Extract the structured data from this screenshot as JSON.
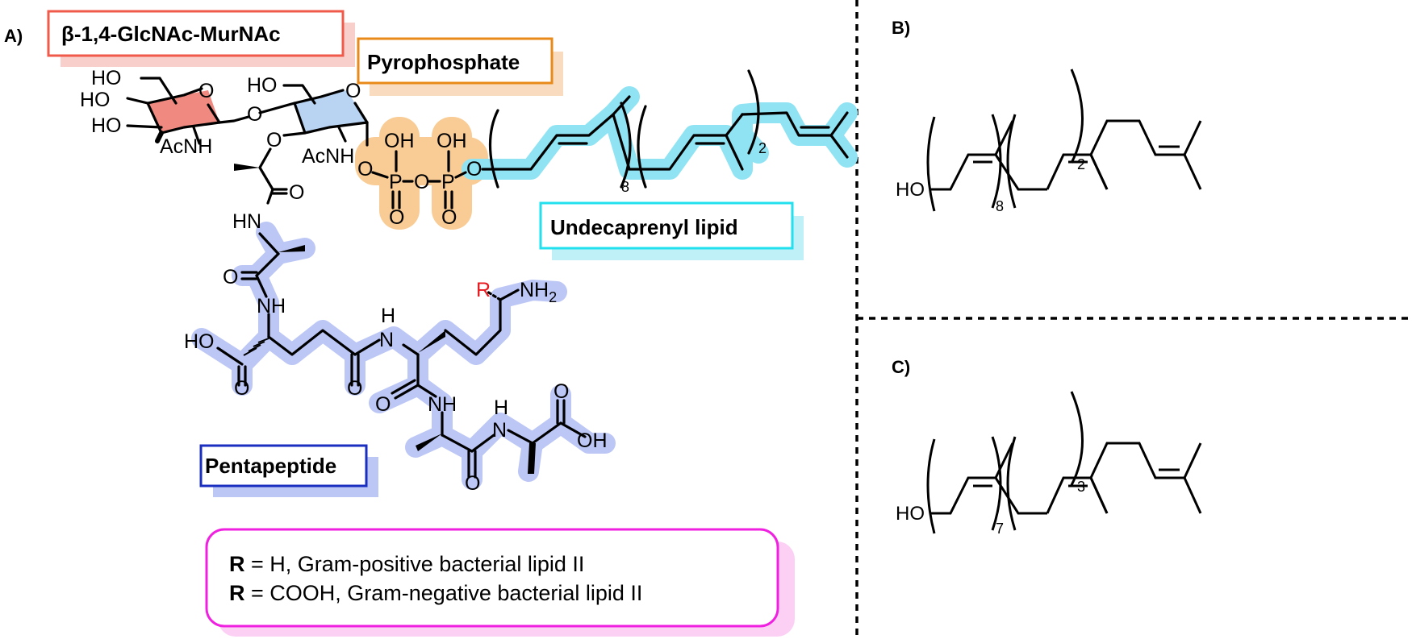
{
  "panels": {
    "a": {
      "letter": "A)",
      "labels": {
        "disaccharide": "β-1,4-GlcNAc-MurNAc",
        "pyrophosphate": "Pyrophosphate",
        "lipid": "Undecaprenyl lipid",
        "pentapeptide": "Pentapeptide"
      },
      "atoms": {
        "ho": "HO",
        "o": "O",
        "oh": "OH",
        "acnh": "AcNH",
        "hn": "HN",
        "nh": "NH",
        "n": "N",
        "h": "H",
        "p": "P",
        "r": "R",
        "nh2": "NH",
        "nh2_sub": "2"
      },
      "repeat_subscripts": {
        "inner": "8",
        "outer": "2"
      },
      "legend": {
        "lines": [
          {
            "bold": "R",
            "rest": " = H, Gram-positive bacterial lipid II"
          },
          {
            "bold": "R",
            "rest": " = COOH, Gram-negative bacterial lipid II"
          }
        ]
      }
    },
    "b": {
      "letter": "B)",
      "ho": "HO",
      "repeat_subscripts": {
        "inner": "8",
        "outer": "2"
      }
    },
    "c": {
      "letter": "C)",
      "ho": "HO",
      "repeat_subscripts": {
        "inner": "7",
        "outer": "3"
      }
    }
  },
  "colors": {
    "disaccharide_border": "#ef5a4a",
    "disaccharide_shadow": "#f9cfcb",
    "glcnac_ring": "#f08a80",
    "murnac_ring": "#b9d3f2",
    "pyrophosphate_border": "#e88a1a",
    "pyrophosphate_shadow": "#f9dcc0",
    "pyrophosphate_highlight": "#f9cc95",
    "lipid_border": "#22e0ee",
    "lipid_highlight": "#8fe3f3",
    "pentapeptide_border": "#1a2fc0",
    "pentapeptide_highlight": "#bcc7f5",
    "legend_border": "#f020e0",
    "legend_shadow": "#fbd0f4",
    "r_group": "#e8191e"
  }
}
